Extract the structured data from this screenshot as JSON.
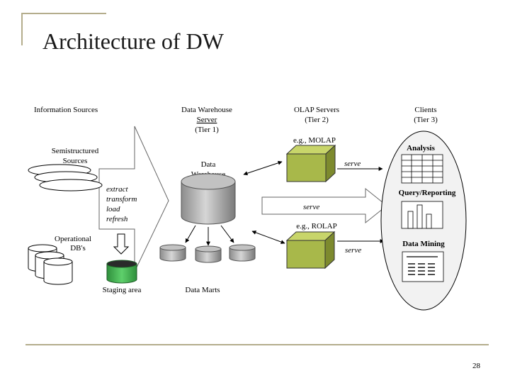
{
  "title": "Architecture of DW",
  "page_number": "28",
  "headers": {
    "info_sources": "Information Sources",
    "dw_server": [
      "Data Warehouse",
      "Server",
      "(Tier 1)"
    ],
    "olap": [
      "OLAP Servers",
      "(Tier 2)"
    ],
    "clients": [
      "Clients",
      "(Tier 3)"
    ]
  },
  "labels": {
    "semistructured": [
      "Semistructured",
      "Sources"
    ],
    "operational": [
      "Operational",
      "DB's"
    ],
    "etl": [
      "extract",
      "transform",
      "load",
      "refresh"
    ],
    "data_warehouse": [
      "Data",
      "Warehouse"
    ],
    "staging_area": "Staging area",
    "data_marts": "Data Marts",
    "molap": "e.g., MOLAP",
    "rolap": "e.g., ROLAP",
    "serve_top": "serve",
    "serve_mid": "serve",
    "serve_bottom": "serve",
    "analysis": "Analysis",
    "query_reporting": "Query/Reporting",
    "data_mining": "Data Mining"
  },
  "colors": {
    "accent": "#b4ad8c",
    "cube": "#a8b84a",
    "cylinder": "#a9a9a9",
    "staging": "#3fae4e"
  }
}
